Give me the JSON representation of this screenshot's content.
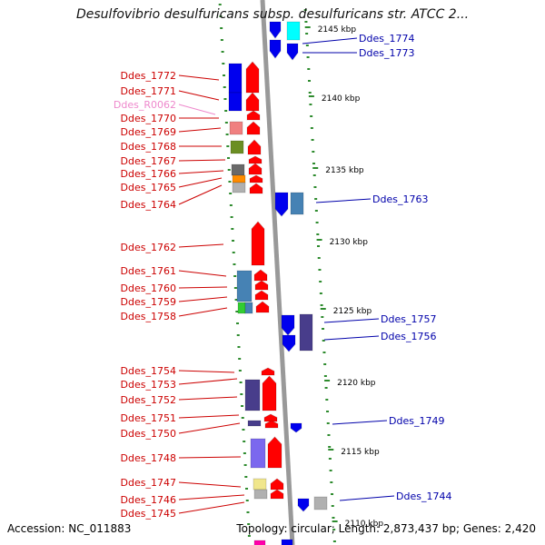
{
  "title": "Desulfovibrio desulfuricans subsp. desulfuricans str. ATCC 2...",
  "footer": {
    "accession": "Accession: NC_011883",
    "topology": "Topology: circular; Length: 2,873,437 bp; Genes: 2,420"
  },
  "colors": {
    "left_label": "#cc0000",
    "left_label_rna": "#ee88cc",
    "right_label": "#0000aa",
    "forward_gene": "#ff0000",
    "reverse_gene": "#0000ee",
    "backbone": "#999999",
    "tick": "#2e8b2e"
  },
  "scale_labels": [
    "2145 kbp",
    "2140 kbp",
    "2135 kbp",
    "2130 kbp",
    "2125 kbp",
    "2120 kbp",
    "2115 kbp",
    "2110 kbp"
  ],
  "left_genes": [
    {
      "name": "Ddes_1772",
      "kind": "gene"
    },
    {
      "name": "Ddes_1771",
      "kind": "gene"
    },
    {
      "name": "Ddes_R0062",
      "kind": "rna"
    },
    {
      "name": "Ddes_1770",
      "kind": "gene"
    },
    {
      "name": "Ddes_1769",
      "kind": "gene"
    },
    {
      "name": "Ddes_1768",
      "kind": "gene"
    },
    {
      "name": "Ddes_1767",
      "kind": "gene"
    },
    {
      "name": "Ddes_1766",
      "kind": "gene"
    },
    {
      "name": "Ddes_1765",
      "kind": "gene"
    },
    {
      "name": "Ddes_1764",
      "kind": "gene"
    },
    {
      "name": "Ddes_1762",
      "kind": "gene"
    },
    {
      "name": "Ddes_1761",
      "kind": "gene"
    },
    {
      "name": "Ddes_1760",
      "kind": "gene"
    },
    {
      "name": "Ddes_1759",
      "kind": "gene"
    },
    {
      "name": "Ddes_1758",
      "kind": "gene"
    },
    {
      "name": "Ddes_1754",
      "kind": "gene"
    },
    {
      "name": "Ddes_1753",
      "kind": "gene"
    },
    {
      "name": "Ddes_1752",
      "kind": "gene"
    },
    {
      "name": "Ddes_1751",
      "kind": "gene"
    },
    {
      "name": "Ddes_1750",
      "kind": "gene"
    },
    {
      "name": "Ddes_1748",
      "kind": "gene"
    },
    {
      "name": "Ddes_1747",
      "kind": "gene"
    },
    {
      "name": "Ddes_1746",
      "kind": "gene"
    },
    {
      "name": "Ddes_1745",
      "kind": "gene"
    }
  ],
  "right_genes": [
    {
      "name": "Ddes_1774"
    },
    {
      "name": "Ddes_1773"
    },
    {
      "name": "Ddes_1763"
    },
    {
      "name": "Ddes_1757"
    },
    {
      "name": "Ddes_1756"
    },
    {
      "name": "Ddes_1749"
    },
    {
      "name": "Ddes_1744"
    }
  ],
  "cog_colors": [
    "#ff0000",
    "#0000ee",
    "#f08080",
    "#6b8e23",
    "#696969",
    "#ff8c00",
    "#b0b0b0",
    "#4682b4",
    "#32cd32",
    "#483d8b",
    "#7b68ee",
    "#f0e68c",
    "#00ffff",
    "#9acd32"
  ]
}
